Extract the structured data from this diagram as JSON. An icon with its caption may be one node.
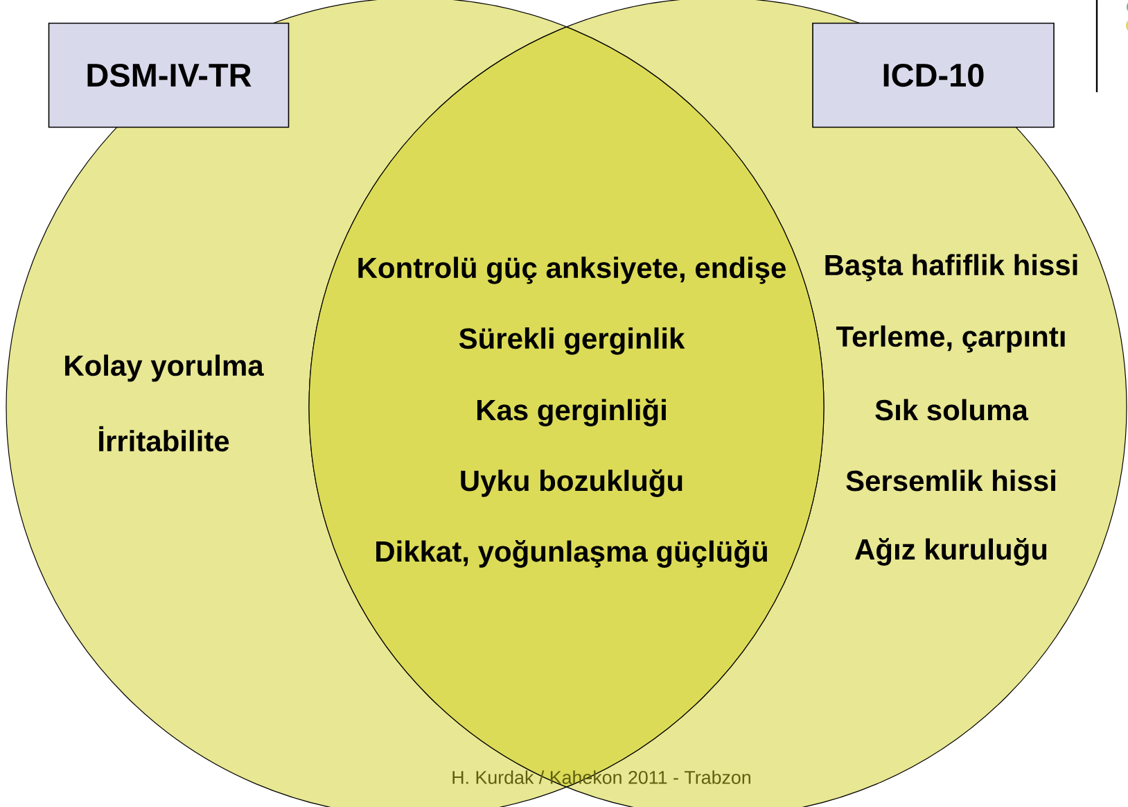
{
  "diagram": {
    "caption": "H. Kurdak / Kahekon 2011 - Trabzon",
    "nodes": [
      {
        "text": [
          "DSM-IV-TR"
        ]
      },
      {
        "text": [
          "ICD-10"
        ]
      },
      {
        "text": [
          "Kolay yorulma",
          "İrritabilite"
        ]
      },
      {
        "text": [
          "Kontrolü güç anksiyete, endişe",
          "Sürekli gerginlik",
          "Kas gerginliği",
          "Uyku bozukluğu",
          "Dikkat, yoğunlaşma güçlüğü"
        ]
      },
      {
        "text": [
          "Başta hafiflik hissi",
          "Terleme, çarpıntı",
          "Sık soluma",
          "Sersemlik hissi",
          "Ağız kuruluğu"
        ]
      }
    ]
  }
}
